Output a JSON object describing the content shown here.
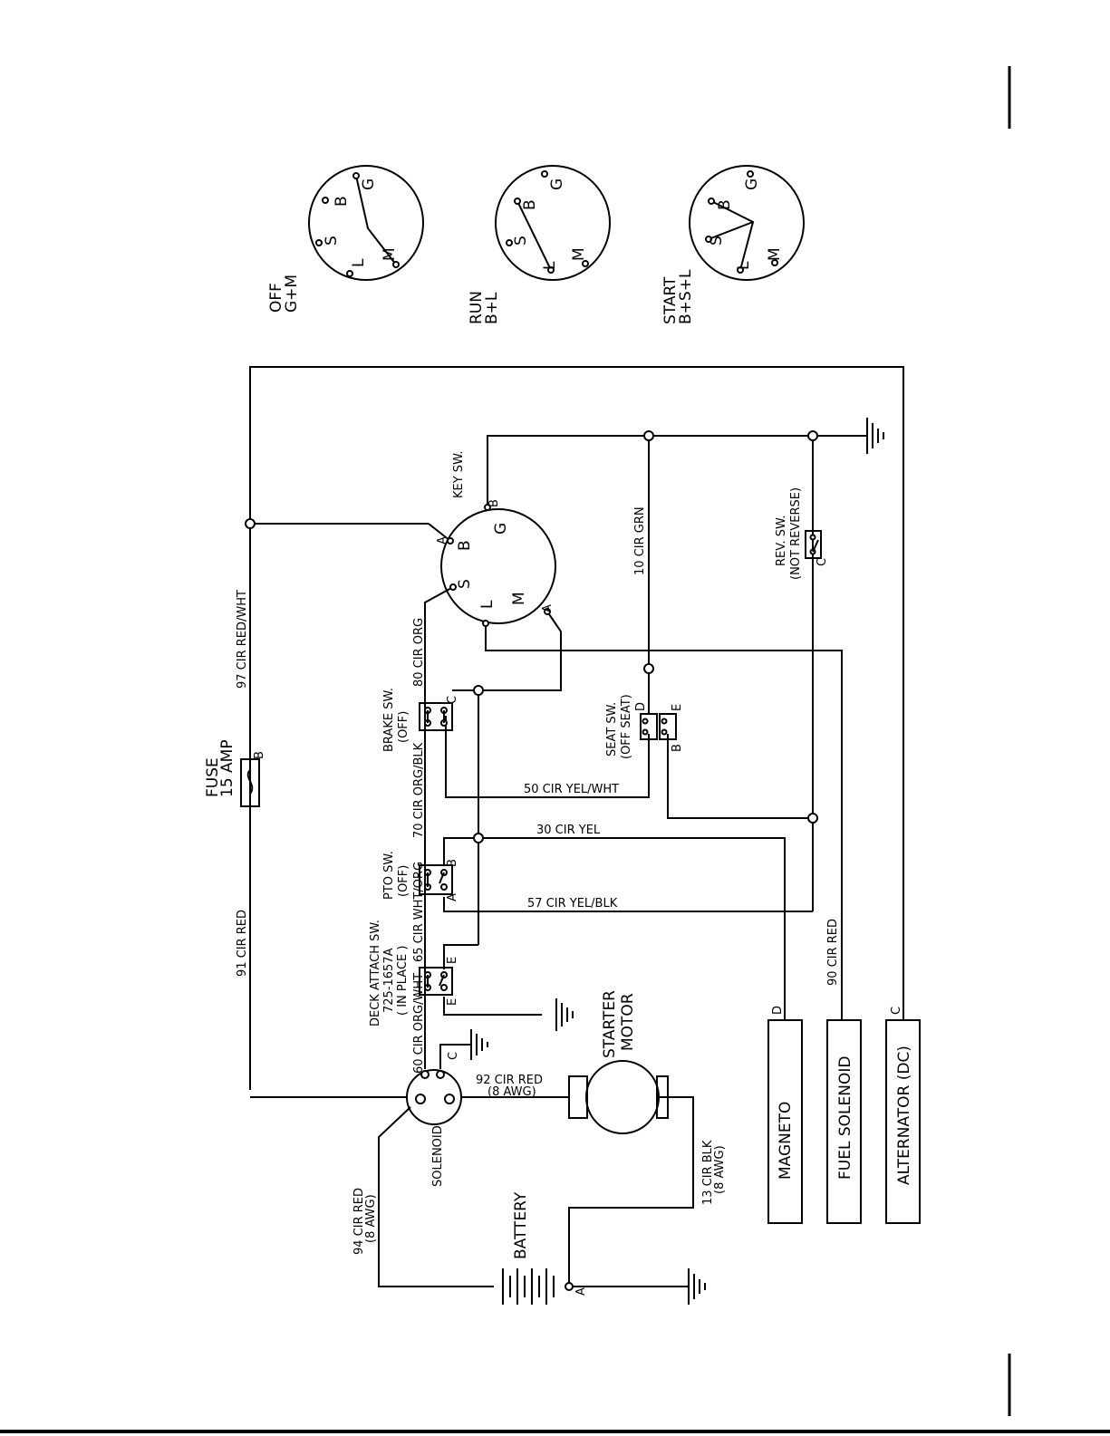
{
  "key_positions": [
    {
      "name": "OFF",
      "combo": "G+M"
    },
    {
      "name": "RUN",
      "combo": "B+L"
    },
    {
      "name": "START",
      "combo": "B+S+L"
    }
  ],
  "terminal_letters": {
    "b": "B",
    "g": "G",
    "s": "S",
    "l": "L",
    "m": "M"
  },
  "key_switch": {
    "title": "KEY SW.",
    "pin_b": "B",
    "pin_a1": "A",
    "pin_a2": "A"
  },
  "wires": {
    "w97": "97 CIR RED/WHT",
    "w91": "91 CIR RED",
    "w94": "94 CIR RED",
    "w94_gauge": "(8 AWG)",
    "w92": "92 CIR RED",
    "w92_gauge": "(8 AWG)",
    "w13": "13 CIR BLK",
    "w13_gauge": "(8 AWG)",
    "w80": "80 CIR ORG",
    "w70": "70 CIR ORG/BLK",
    "w65": "65 CIR WHT/ORG",
    "w60": "60 CIR ORG/WHT",
    "w10": "10 CIR GRN",
    "w50": "50 CIR YEL/WHT",
    "w30": "30 CIR YEL",
    "w57": "57 CIR YEL/BLK",
    "w90": "90 CIR RED"
  },
  "fuse": {
    "line1": "FUSE",
    "line2": "15 AMP",
    "pin": "B"
  },
  "brake_sw": {
    "line1": "BRAKE SW.",
    "line2": "(OFF)",
    "pin": "C"
  },
  "pto_sw": {
    "line1": "PTO SW.",
    "line2": "(OFF)",
    "pin_b": "B",
    "pin_a": "A"
  },
  "deck_sw": {
    "line1": "DECK ATTACH SW.",
    "line2": "725-1657A",
    "line3": "( IN PLACE )",
    "pin_e1": "E",
    "pin_e2": "E"
  },
  "seat_sw": {
    "line1": "SEAT SW.",
    "line2": "(OFF SEAT)",
    "pin_d": "D",
    "pin_e": "E",
    "pin_b": "B"
  },
  "rev_sw": {
    "line1": "REV. SW.",
    "line2": "(NOT REVERSE)",
    "pin": "C"
  },
  "solenoid": {
    "label": "SOLENOID",
    "pin": "C"
  },
  "starter": {
    "line1": "STARTER",
    "line2": "MOTOR"
  },
  "battery": {
    "label": "BATTERY",
    "pin": "A"
  },
  "modules": {
    "magneto": "MAGNETO",
    "magneto_pin": "D",
    "fuel": "FUEL SOLENOID",
    "alternator": "ALTERNATOR (DC)",
    "alternator_pin": "C"
  }
}
